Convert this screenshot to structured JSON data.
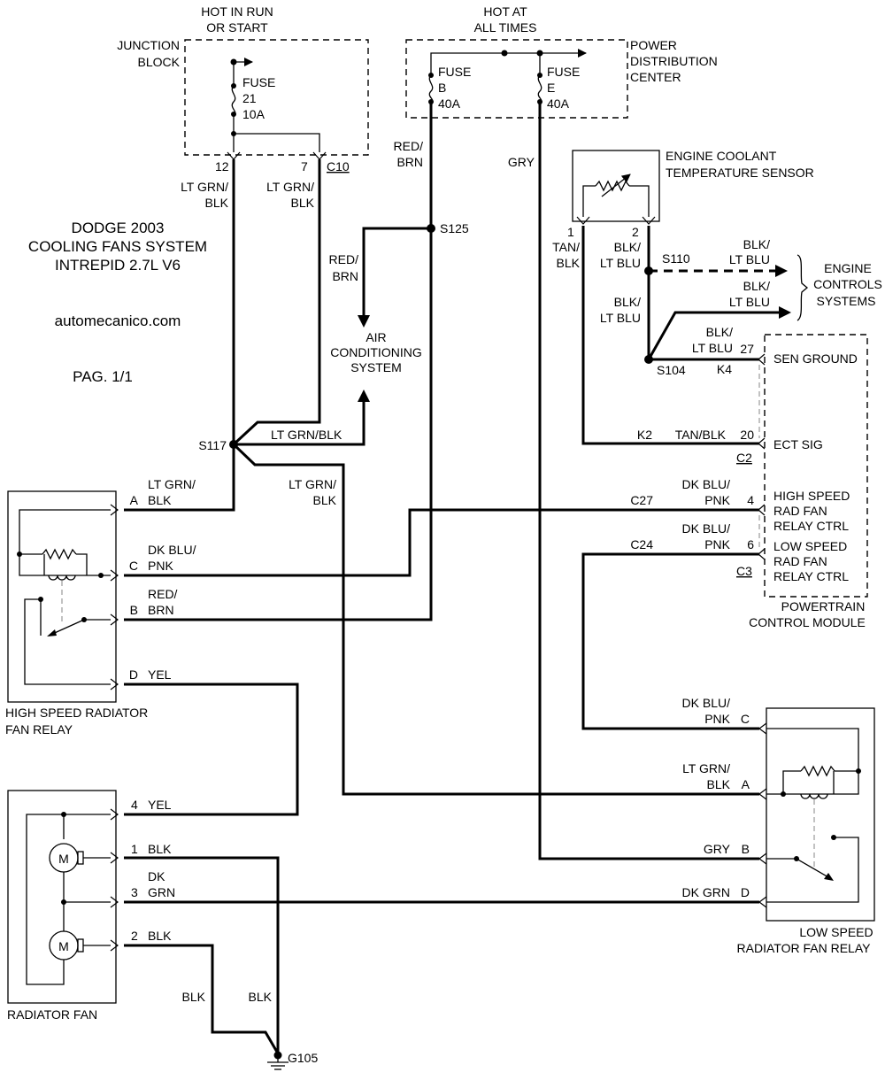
{
  "title": {
    "line1": "DODGE 2003",
    "line2": "COOLING FANS SYSTEM",
    "line3": "INTREPID 2.7L V6",
    "site": "automecanico.com",
    "page": "PAG. 1/1"
  },
  "junction_block": {
    "label_l1": "JUNCTION",
    "label_l2": "BLOCK",
    "hot_l1": "HOT IN RUN",
    "hot_l2": "OR START",
    "fuse_l1": "FUSE",
    "fuse_l2": "21",
    "fuse_l3": "10A",
    "pin12": "12",
    "pin7": "7",
    "connector": "C10",
    "wire12_l1": "LT GRN/",
    "wire12_l2": "BLK",
    "wire7_l1": "LT GRN/",
    "wire7_l2": "BLK"
  },
  "pdc": {
    "label_l1": "POWER",
    "label_l2": "DISTRIBUTION",
    "label_l3": "CENTER",
    "hot_l1": "HOT AT",
    "hot_l2": "ALL TIMES",
    "fuseB_l1": "FUSE",
    "fuseB_l2": "B",
    "fuseB_l3": "40A",
    "fuseE_l1": "FUSE",
    "fuseE_l2": "E",
    "fuseE_l3": "40A",
    "wireB_l1": "RED/",
    "wireB_l2": "BRN",
    "wireE": "GRY"
  },
  "splices": {
    "s125": "S125",
    "s117": "S117",
    "s110": "S110",
    "s104": "S104"
  },
  "ac": {
    "wire_l1": "RED/",
    "wire_l2": "BRN",
    "l1": "AIR",
    "l2": "CONDITIONING",
    "l3": "SYSTEM",
    "s117_wire": "LT GRN/BLK"
  },
  "ect": {
    "label_l1": "ENGINE COOLANT",
    "label_l2": "TEMPERATURE SENSOR",
    "pin1": "1",
    "pin2": "2",
    "wire1_l1": "TAN/",
    "wire1_l2": "BLK",
    "wire2_l1": "BLK/",
    "wire2_l2": "LT BLU"
  },
  "engine_controls": {
    "l1": "ENGINE",
    "l2": "CONTROLS",
    "l3": "SYSTEMS",
    "wireA_l1": "BLK/",
    "wireA_l2": "LT BLU",
    "wireB_l1": "BLK/",
    "wireB_l2": "LT BLU",
    "wireC_l1": "BLK/",
    "wireC_l2": "LT BLU",
    "wireD_l1": "BLK/",
    "wireD_l2": "LT BLU"
  },
  "pcm": {
    "label_l1": "POWERTRAIN",
    "label_l2": "CONTROL MODULE",
    "pin27": "27",
    "k4": "K4",
    "sen_ground": "SEN GROUND",
    "k2": "K2",
    "tan_blk": "TAN/BLK",
    "pin20": "20",
    "ect_sig": "ECT SIG",
    "c2": "C2",
    "c27": "C27",
    "wire4_l1": "DK BLU/",
    "wire4_l2": "PNK",
    "pin4": "4",
    "hs_l1": "HIGH SPEED",
    "hs_l2": "RAD FAN",
    "hs_l3": "RELAY CTRL",
    "c24": "C24",
    "wire6_l1": "DK BLU/",
    "wire6_l2": "PNK",
    "pin6": "6",
    "ls_l1": "LOW SPEED",
    "ls_l2": "RAD FAN",
    "ls_l3": "RELAY CTRL",
    "c3": "C3"
  },
  "hs_relay": {
    "label_l1": "HIGH SPEED RADIATOR",
    "label_l2": "FAN RELAY",
    "s117_wire_l1": "LT GRN/",
    "s117_wire_l2": "BLK",
    "pinA": "A",
    "wireA_l1": "LT GRN/",
    "wireA_l2": "BLK",
    "pinC": "C",
    "wireC_l1": "DK BLU/",
    "wireC_l2": "PNK",
    "pinB": "B",
    "wireB_l1": "RED/",
    "wireB_l2": "BRN",
    "pinD": "D",
    "wireD": "YEL"
  },
  "radiator_fan": {
    "label": "RADIATOR FAN",
    "pin4": "4",
    "wire4": "YEL",
    "pin1": "1",
    "wire1": "BLK",
    "pin3": "3",
    "wire3_l1": "DK",
    "wire3_l2": "GRN",
    "pin2": "2",
    "wire2": "BLK",
    "motor": "M",
    "gnd_wire_l": "BLK",
    "gnd_wire_r": "BLK",
    "ground": "G105"
  },
  "ls_relay": {
    "label_l1": "LOW SPEED",
    "label_l2": "RADIATOR FAN RELAY",
    "pinC": "C",
    "wireC_l1": "DK BLU/",
    "wireC_l2": "PNK",
    "pinA": "A",
    "wireA_l1": "LT GRN/",
    "wireA_l2": "BLK",
    "pinB": "B",
    "wireB": "GRY",
    "pinD": "D",
    "wireD": "DK GRN"
  }
}
